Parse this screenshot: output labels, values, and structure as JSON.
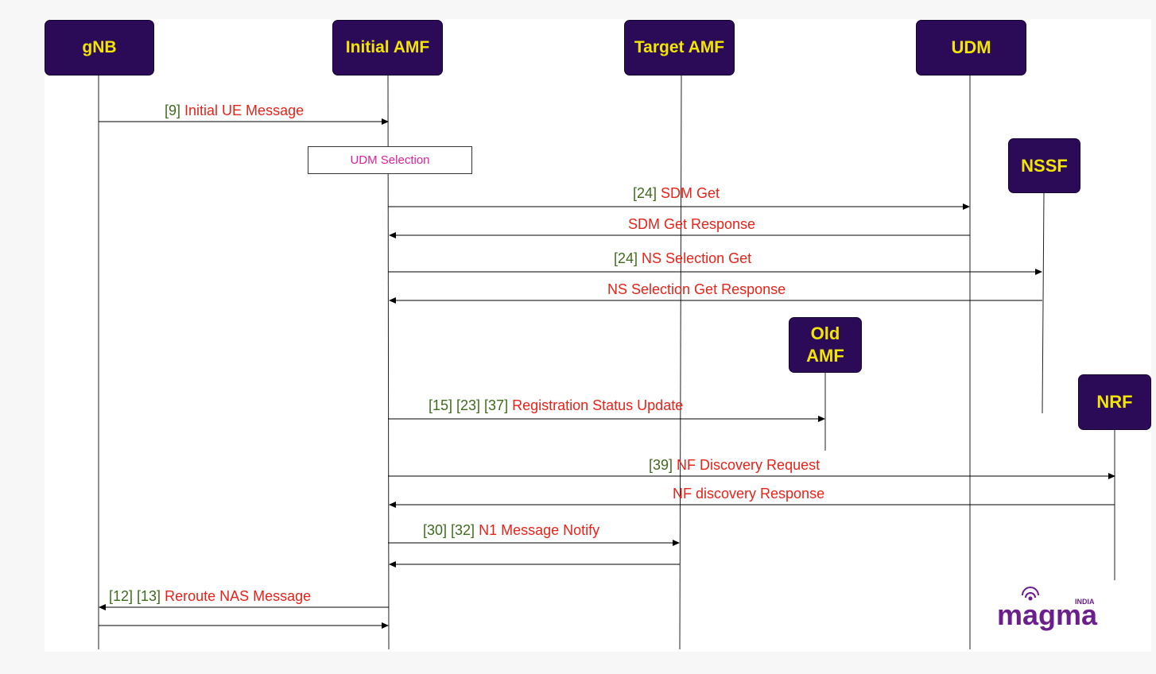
{
  "participants": {
    "gnb": "gNB",
    "initial_amf": "Initial AMF",
    "target_amf": "Target AMF",
    "udm": "UDM",
    "nssf": "NSSF",
    "old_amf_line1": "Old",
    "old_amf_line2": "AMF",
    "nrf": "NRF"
  },
  "note_udm_selection": "UDM Selection",
  "messages": [
    {
      "refs": "[9]",
      "label": "Initial UE Message"
    },
    {
      "refs": "[24]",
      "label": "SDM Get"
    },
    {
      "refs": "",
      "label": "SDM Get Response"
    },
    {
      "refs": "[24]",
      "label": "NS Selection Get"
    },
    {
      "refs": "",
      "label": "NS Selection Get Response"
    },
    {
      "refs": "[15] [23] [37]",
      "label": "Registration Status Update"
    },
    {
      "refs": "[39]",
      "label": "NF Discovery Request"
    },
    {
      "refs": "",
      "label": "NF discovery Response"
    },
    {
      "refs": "[30] [32]",
      "label": "N1 Message Notify"
    },
    {
      "refs": "[12] [13]",
      "label": "Reroute NAS Message"
    }
  ],
  "logo": {
    "text": "magma",
    "sub": "INDIA",
    "color": "#6b1e8c"
  }
}
